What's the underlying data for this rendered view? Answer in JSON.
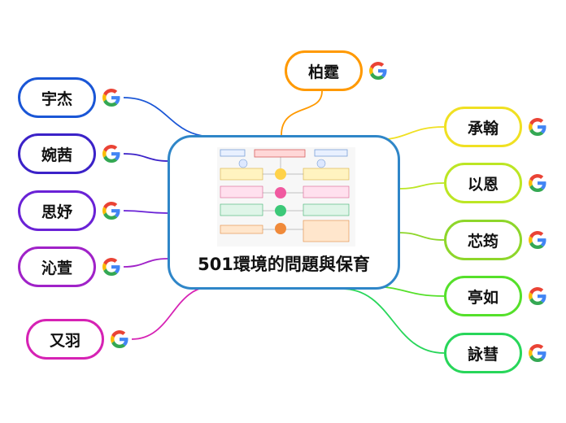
{
  "center": {
    "title": "501環境的問題與保育"
  },
  "nodes": [
    {
      "id": "boting",
      "label": "柏霆",
      "color": "#ff9900"
    },
    {
      "id": "chenghan",
      "label": "承翰",
      "color": "#f0e022"
    },
    {
      "id": "yien",
      "label": "以恩",
      "color": "#bce624"
    },
    {
      "id": "xinyun",
      "label": "芯筠",
      "color": "#8ed62a"
    },
    {
      "id": "tingru",
      "label": "亭如",
      "color": "#55e02a"
    },
    {
      "id": "yonghui",
      "label": "詠彗",
      "color": "#28d65a"
    },
    {
      "id": "yujie",
      "label": "宇杰",
      "color": "#1a56d6"
    },
    {
      "id": "wanqian",
      "label": "婉茜",
      "color": "#3b22c8"
    },
    {
      "id": "siyu",
      "label": "思妤",
      "color": "#6a22d6"
    },
    {
      "id": "qinxuan",
      "label": "沁萱",
      "color": "#a022c8"
    },
    {
      "id": "youyu",
      "label": "又羽",
      "color": "#d622b4"
    }
  ],
  "icon_name": "google-icon",
  "google_colors": {
    "blue": "#4285F4",
    "red": "#EA4335",
    "yellow": "#FBBC05",
    "green": "#34A853"
  }
}
